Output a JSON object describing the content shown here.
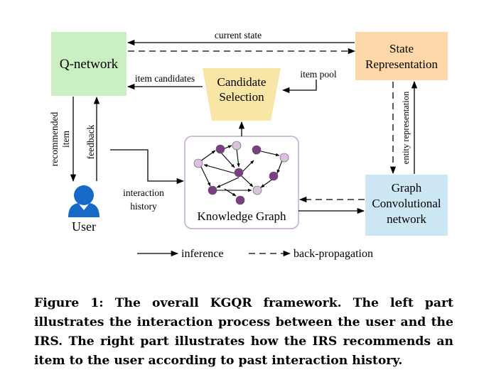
{
  "nodes": {
    "q_network": "Q-network",
    "state_line1": "State",
    "state_line2": "Representation",
    "candidate_line1": "Candidate",
    "candidate_line2": "Selection",
    "gcn_line1": "Graph",
    "gcn_line2": "Convolutional",
    "gcn_line3": "network",
    "knowledge_graph": "Knowledge Graph",
    "user": "User"
  },
  "edges": {
    "current_state": "current state",
    "item_candidates": "item candidates",
    "item_pool": "item pool",
    "recommended": "recommended",
    "item": "item",
    "feedback": "feedback",
    "interaction": "interaction",
    "history": "history",
    "entity_representation": "entity representation"
  },
  "legend": {
    "inference": "inference",
    "back_propagation": "back-propagation"
  },
  "caption": "Figure 1: The overall KGQR framework. The left part illustrates the interaction process between the user and the IRS. The right part illustrates how the IRS recommends an item to the user according to past interaction history.",
  "colors": {
    "q_network_fill": "#c9efc2",
    "state_fill": "#fcd8a8",
    "candidate_fill": "#f7e6a6",
    "gcn_fill": "#cce6f4",
    "kg_border": "#c3a6d1",
    "node_dark": "#7a3f82",
    "node_light": "#d9c3dc",
    "user_icon": "#1769c7"
  }
}
